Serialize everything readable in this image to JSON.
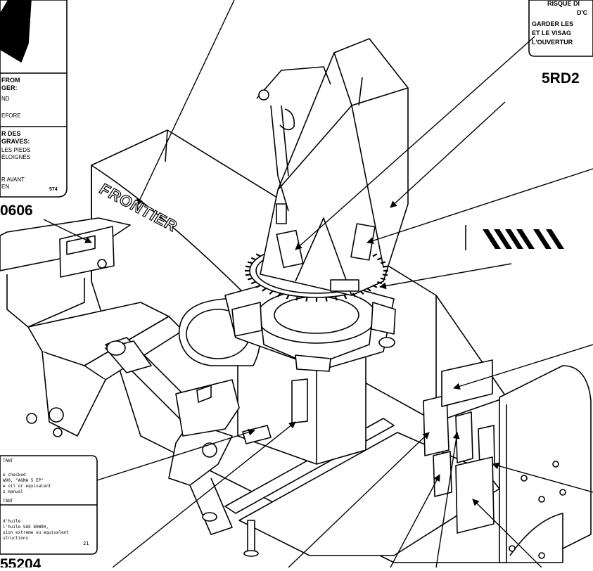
{
  "logo": {
    "text": "FRONTIER"
  },
  "part_numbers": {
    "left": "0606",
    "right": "5RD2",
    "bottom": "55204"
  },
  "decal_left": {
    "en_line1": "FROM",
    "en_line2": "GER:",
    "en_line3": "ND",
    "en_line4": "EFORE",
    "fr_line1": "R DES",
    "fr_line2": "GRAVES:",
    "fr_line3": "LES PIEDS",
    "fr_line4": "ÉLOIGNÉS",
    "fr_line5": "R AVANT",
    "fr_line6": "EN",
    "code": "574"
  },
  "decal_right": {
    "line1": "RISQUE DI",
    "line2": "D'C",
    "line3": "GARDER LES",
    "line4": "ET LE VISAG",
    "line5": "L'OUVERTUR"
  },
  "decal_bottom": {
    "line1": "TANT",
    "line2": "e checked",
    "line3": "W90, \"AGMA 5 EP\"",
    "line4": "e oil or equivalent",
    "line5": "s manual",
    "line6": "TANT",
    "line7": "d'huile",
    "line8": "l'huile SAE 80W90,",
    "line9": "sion extreme ou equivalent",
    "line10": "structions",
    "code": "21"
  }
}
